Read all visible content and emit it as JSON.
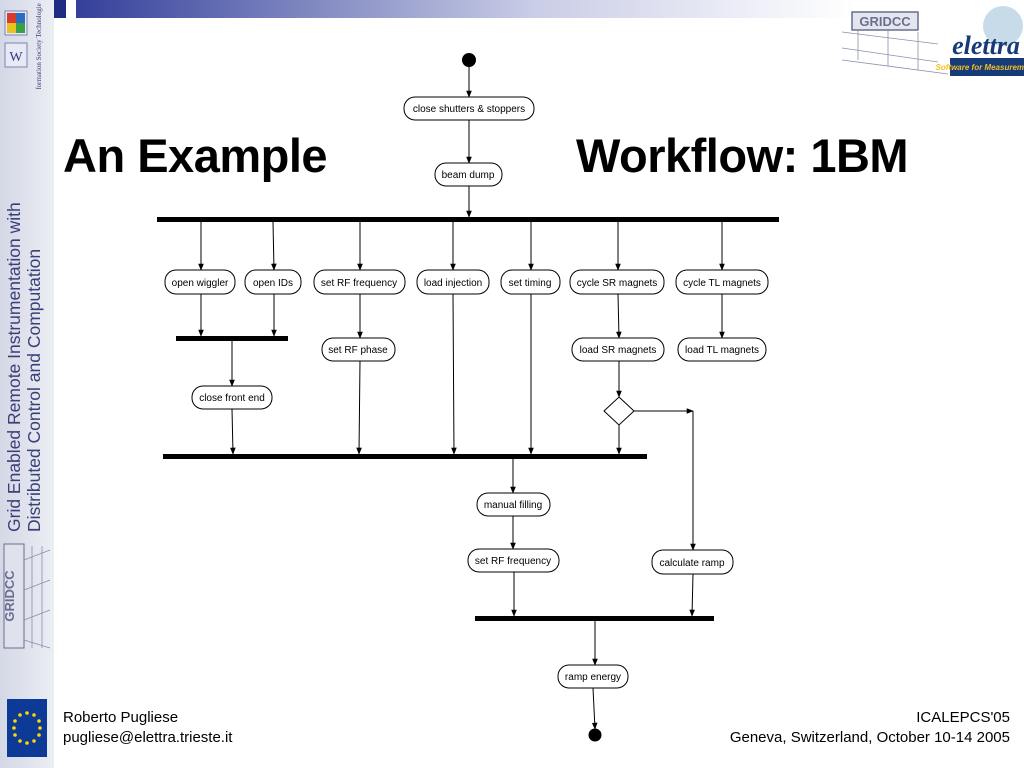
{
  "slide": {
    "title_left": "An Example",
    "title_right": "Workflow: 1BM",
    "sidebar_text_line1": "Grid Enabled Remote Instrumentation with",
    "sidebar_text_line2": "Distributed Control and Computation",
    "sidebar_logo_caption": "Information Society Technologies",
    "sidebar_gridcc_logo_text": "GRIDCC",
    "top_gridcc_logo_text": "GRIDCC",
    "elettra_logo_text": "elettra",
    "elettra_logo_tagline": "Software for Measurements",
    "footer_left_name": "Roberto Pugliese",
    "footer_left_email": "pugliese@elettra.trieste.it",
    "footer_right_conference": "ICALEPCS'05",
    "footer_right_location": "Geneva, Switzerland, October 10-14 2005"
  },
  "workflow": {
    "actions": {
      "close_shutters": "close shutters & stoppers",
      "beam_dump": "beam dump",
      "open_wiggler": "open wiggler",
      "open_ids": "open IDs",
      "set_rf_frequency_1": "set RF frequency",
      "load_injection": "load injection",
      "set_timing": "set timing",
      "cycle_sr_magnets": "cycle SR magnets",
      "cycle_tl_magnets": "cycle TL magnets",
      "set_rf_phase": "set RF phase",
      "load_sr_magnets": "load SR magnets",
      "load_tl_magnets": "load TL magnets",
      "close_front_end": "close front end",
      "manual_filling": "manual filling",
      "set_rf_frequency_2": "set RF frequency",
      "calculate_ramp": "calculate ramp",
      "ramp_energy": "ramp energy"
    }
  },
  "colors": {
    "sidebar_text": "#3a3f78",
    "topbar_dark": "#1e2c86",
    "eu_blue": "#0d3a96",
    "eu_star": "#ffd700"
  }
}
